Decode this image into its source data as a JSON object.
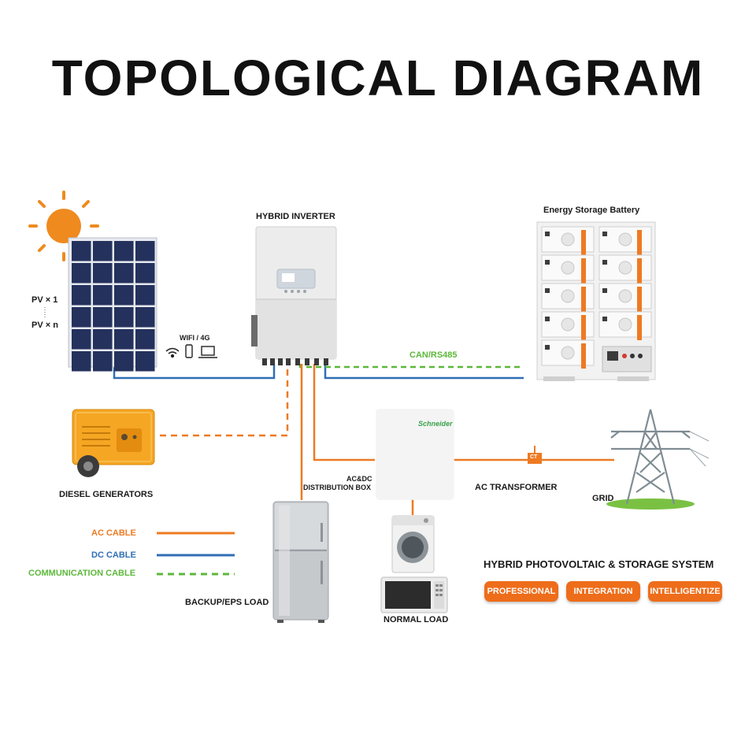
{
  "title": "TOPOLOGICAL DIAGRAM",
  "labels": {
    "hybrid_inverter": "HYBRID INVERTER",
    "energy_storage_battery": "Energy Storage Battery",
    "pv_1": "PV × 1",
    "pv_n": "PV × n",
    "wifi_4g": "WIFI / 4G",
    "can_rs485": "CAN/RS485",
    "diesel_generators": "DIESEL GENERATORS",
    "distribution_box_line1": "AC&DC",
    "distribution_box_line2": "DISTRIBUTION BOX",
    "ac_transformer": "AC TRANSFORMER",
    "grid": "GRID",
    "ct": "CT",
    "backup_load": "BACKUP/EPS LOAD",
    "normal_load": "NORMAL LOAD",
    "schneider_brand": "Schneider"
  },
  "legend": {
    "ac_cable": "AC CABLE",
    "dc_cable": "DC CABLE",
    "communication_cable": "COMMUNICATION CABLE"
  },
  "system": {
    "heading": "HYBRID PHOTOVOLTAIC & STORAGE SYSTEM",
    "tags": [
      "PROFESSIONAL",
      "INTEGRATION",
      "INTELLIGENTIZE"
    ]
  },
  "colors": {
    "ac_cable": "#ee7a22",
    "dc_cable": "#2f6fb5",
    "communication_cable": "#5cb83a",
    "accent_orange": "#ee6d1a"
  }
}
